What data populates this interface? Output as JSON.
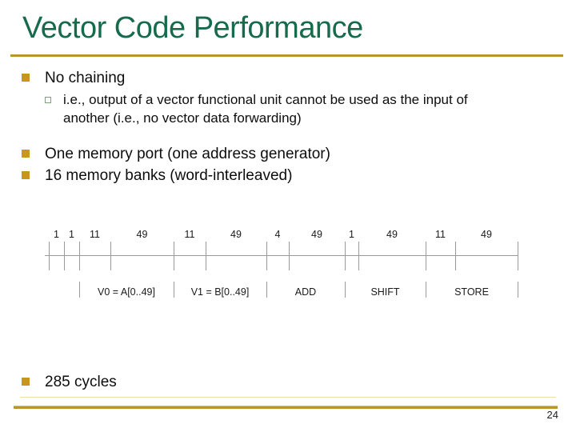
{
  "slide": {
    "title": "Vector Code Performance",
    "page_number": "24"
  },
  "bullets": {
    "no_chaining": "No chaining",
    "no_chaining_sub": "i.e., output of a vector functional unit cannot be used as the input of another (i.e., no vector data forwarding)",
    "memory_port": "One memory port (one address generator)",
    "memory_banks": "16 memory banks (word-interleaved)",
    "cycles": "285 cycles"
  },
  "diagram": {
    "type": "timing-diagram",
    "timeline_tick_xs": [
      61,
      80,
      99,
      138,
      217,
      257,
      333,
      361,
      431,
      448,
      532,
      569,
      647
    ],
    "segment_cycle_counts": [
      "1",
      "1",
      "11",
      "49",
      "11",
      "49",
      "4",
      "49",
      "1",
      "49",
      "11",
      "49"
    ],
    "section_tick_xs": [
      99,
      217,
      333,
      431,
      532,
      647
    ],
    "section_labels": [
      "V0 = A[0..49]",
      "V1 = B[0..49]",
      "ADD",
      "SHIFT",
      "STORE"
    ]
  },
  "colors": {
    "title_green": "#166B4D",
    "rule_gold": "#B8962E",
    "bullet_gold": "#C8961E",
    "sub_bullet_green": "#7FA07F",
    "diagram_line_gray": "#9A9A9A",
    "text_black": "#0d0d0d"
  }
}
